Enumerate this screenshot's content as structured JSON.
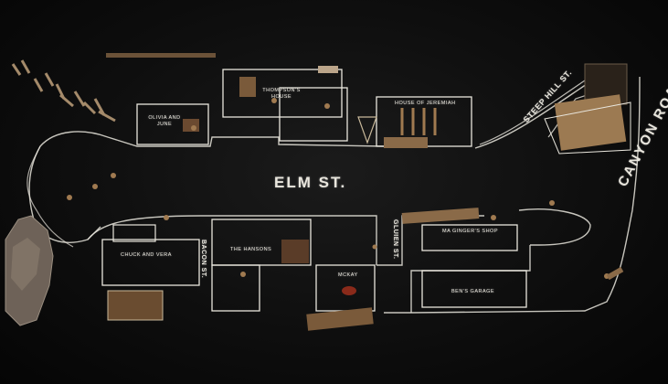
{
  "scene": {
    "ground_color": "#141414",
    "chalk_color": "#e9e6dd",
    "prop_color": "#7a5a3a"
  },
  "streets": {
    "elm": "ELM ST.",
    "canyon": "CANYON ROAD",
    "steep_hill": "STEEP HILL ST.",
    "bacon": "BACON ST.",
    "gluien": "GLUIEN ST."
  },
  "buildings": {
    "olivia_june": "OLIVIA AND JUNE",
    "thompsons_house": "THOMPSON'S HOUSE",
    "house_of_jeremiah": "HOUSE OF JEREMIAH",
    "chuck_vera": "CHUCK AND VERA",
    "hansons": "THE HANSONS",
    "mckay": "MCKAY",
    "ma_gingers_shop": "MA GINGER'S SHOP",
    "bens_garage": "BEN'S GARAGE"
  },
  "tally_marks": "IIII IIII"
}
